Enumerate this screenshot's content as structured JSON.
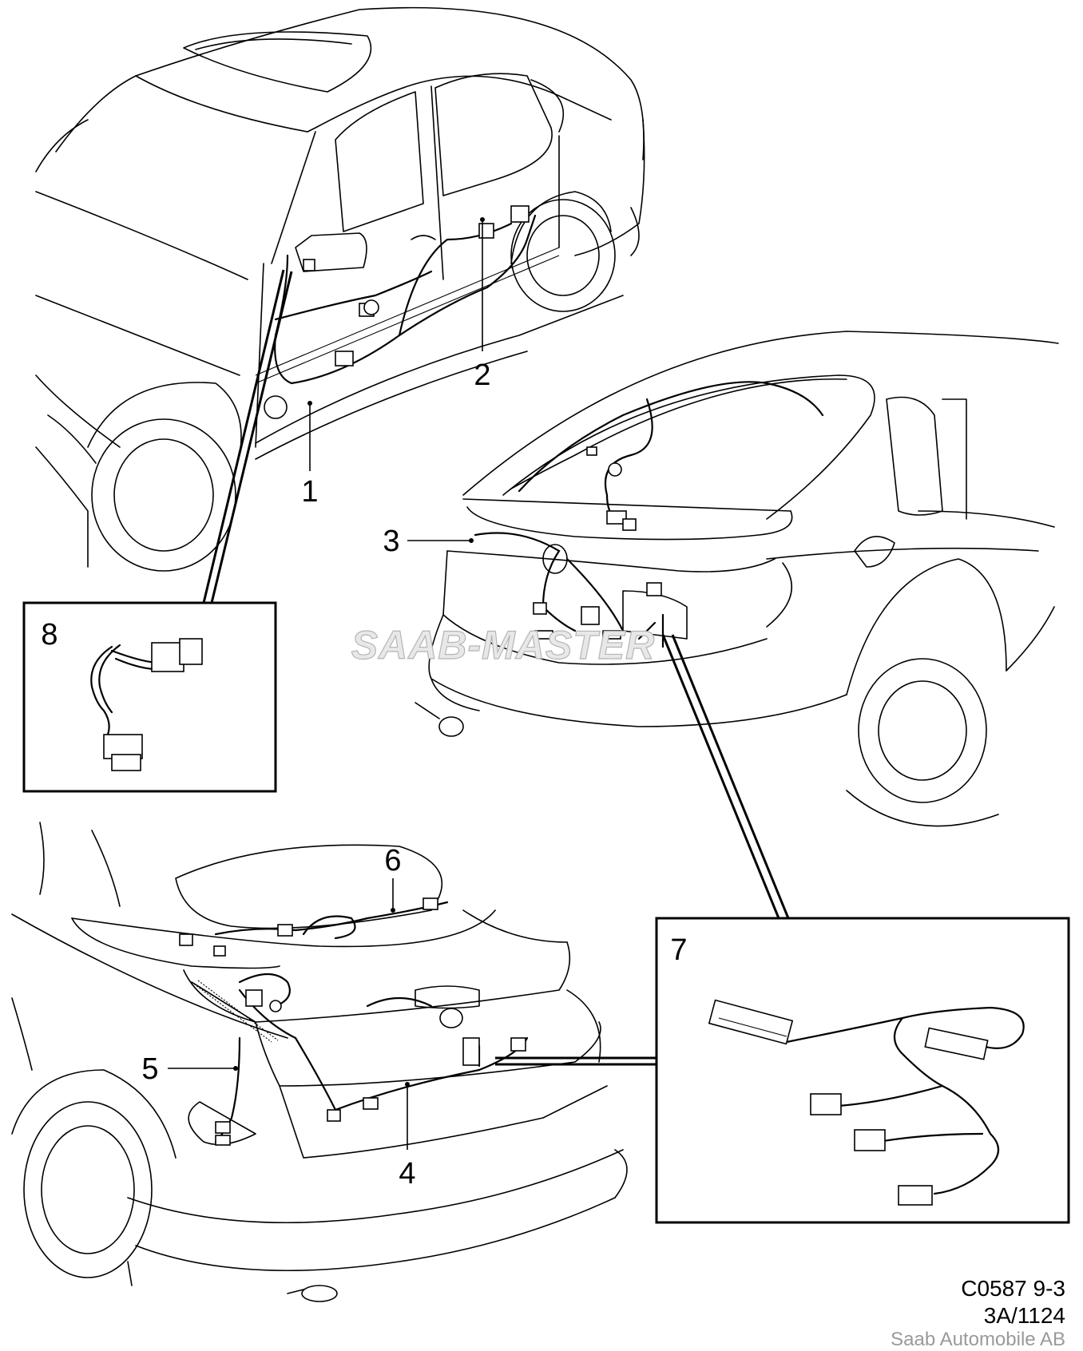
{
  "callouts": {
    "c1": "1",
    "c2": "2",
    "c3": "3",
    "c4": "4",
    "c5": "5",
    "c6": "6",
    "c7": "7",
    "c8": "8"
  },
  "watermark": "SAAB-MASTER",
  "footer": {
    "ref_code": "C0587 9-3",
    "ref_number": "3A/1124",
    "manufacturer": "Saab Automobile AB"
  }
}
